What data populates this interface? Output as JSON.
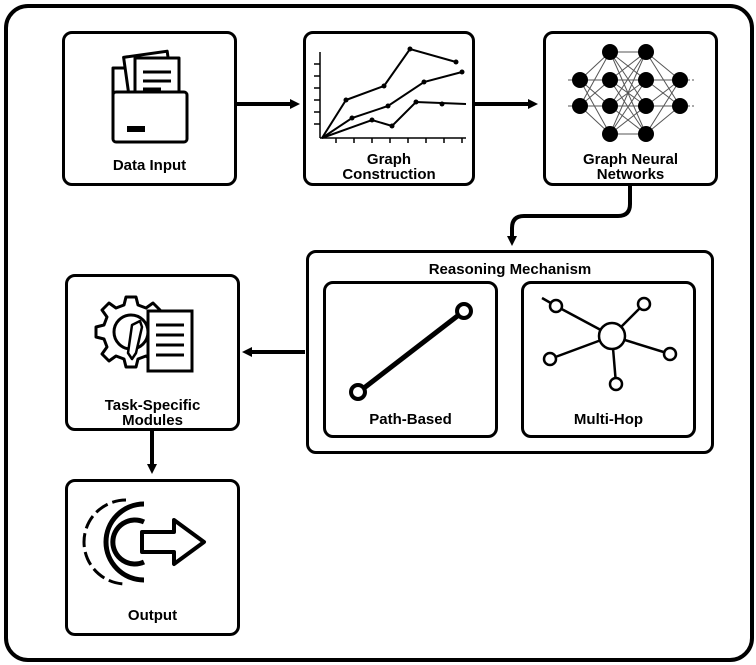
{
  "nodes": {
    "data_input": {
      "label": "Data Input",
      "icon": "folder-documents-icon"
    },
    "graph_construction": {
      "label": "Graph\nConstruction",
      "icon": "line-graph-icon"
    },
    "gnn": {
      "label": "Graph Neural\nNetworks",
      "icon": "neural-network-icon"
    },
    "reasoning": {
      "label": "Reasoning Mechanism"
    },
    "path_based": {
      "label": "Path-Based",
      "icon": "path-link-icon"
    },
    "multi_hop": {
      "label": "Multi-Hop",
      "icon": "hub-graph-icon"
    },
    "task_modules": {
      "label": "Task-Specific\nModules",
      "icon": "gear-document-icon"
    },
    "output": {
      "label": "Output",
      "icon": "gear-arrow-output-icon"
    }
  },
  "colors": {
    "stroke": "#000000",
    "background": "#ffffff"
  }
}
